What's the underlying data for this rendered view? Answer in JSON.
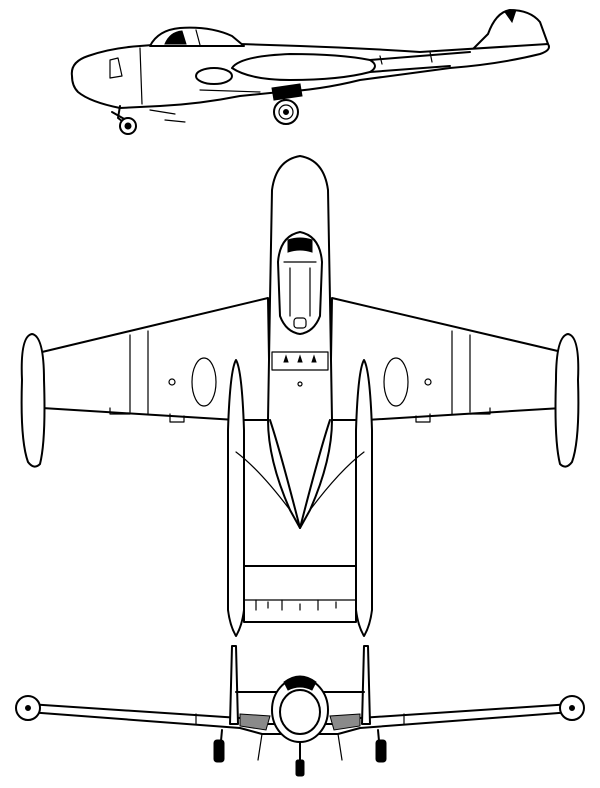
{
  "drawing": {
    "subject": "",
    "views": [
      {
        "key": "side",
        "visible_text": ""
      },
      {
        "key": "top",
        "visible_text": ""
      },
      {
        "key": "front",
        "visible_text": ""
      }
    ],
    "colors": {
      "line": "#000000",
      "background": "#ffffff",
      "shade": "#8a8a8a"
    }
  }
}
